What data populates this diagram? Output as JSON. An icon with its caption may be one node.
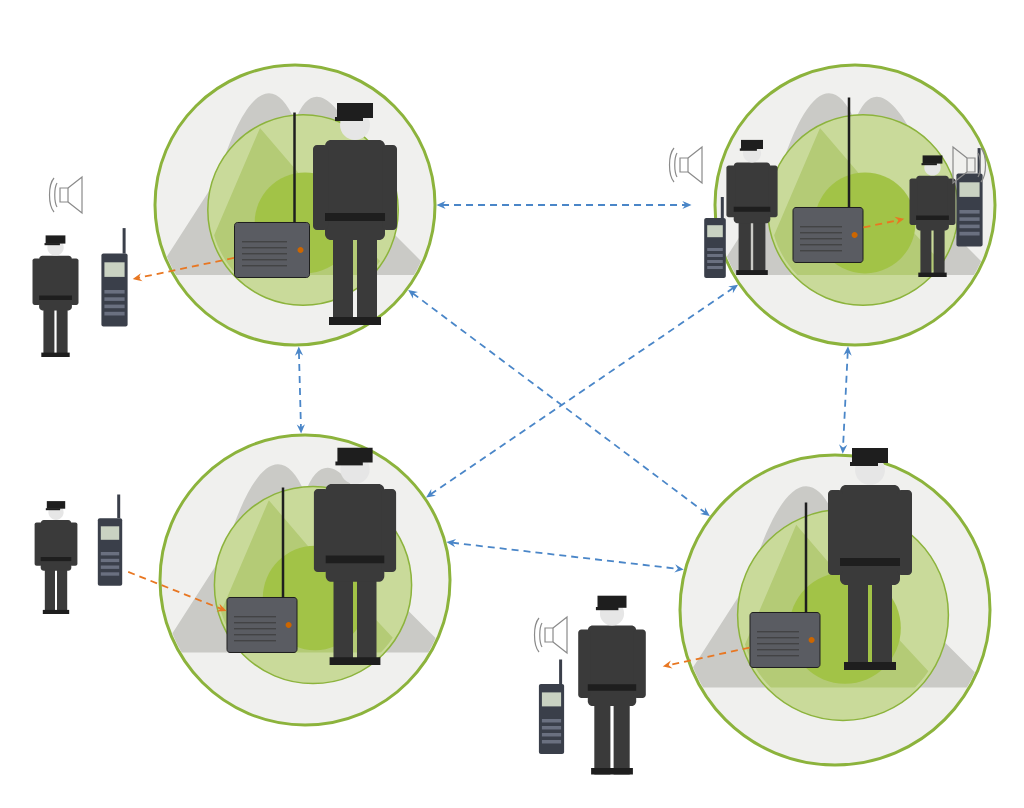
{
  "diagram": {
    "nodes": [
      {
        "text": [],
        "shape": "circle"
      },
      {
        "text": [],
        "shape": "circle"
      },
      {
        "text": [],
        "shape": "circle"
      },
      {
        "text": [],
        "shape": "circle"
      },
      {
        "text": [],
        "shape": "picture",
        "in": 0
      },
      {
        "text": [],
        "shape": "picture",
        "in": 1
      },
      {
        "text": [],
        "shape": "picture",
        "in": 2
      },
      {
        "text": [],
        "shape": "picture",
        "in": 3
      },
      {
        "text": [],
        "shape": "person"
      },
      {
        "text": [],
        "shape": "person",
        "in": 1
      },
      {
        "text": [],
        "shape": "person"
      },
      {
        "text": [],
        "shape": "person"
      }
    ],
    "edges": [
      {
        "from": 0,
        "to": 1,
        "arrow": "both",
        "style": "dashed"
      },
      {
        "from": 0,
        "to": 2,
        "arrow": "both",
        "style": "dashed"
      },
      {
        "from": 0,
        "to": 3,
        "arrow": "both",
        "style": "dashed"
      },
      {
        "from": 1,
        "to": 2,
        "arrow": "both",
        "style": "dashed"
      },
      {
        "from": 1,
        "to": 3,
        "arrow": "both",
        "style": "dashed"
      },
      {
        "from": 2,
        "to": 3,
        "arrow": "both",
        "style": "dashed"
      },
      {
        "from": 4,
        "to": 8,
        "arrow": "to",
        "style": "dashed",
        "color": "#e87722"
      },
      {
        "from": 5,
        "to": 9,
        "arrow": "to",
        "style": "dashed",
        "color": "#e87722"
      },
      {
        "from": 10,
        "to": 6,
        "arrow": "to",
        "style": "dashed",
        "color": "#e87722"
      },
      {
        "from": 7,
        "to": 11,
        "arrow": "to",
        "style": "dashed",
        "color": "#e87722"
      }
    ]
  }
}
